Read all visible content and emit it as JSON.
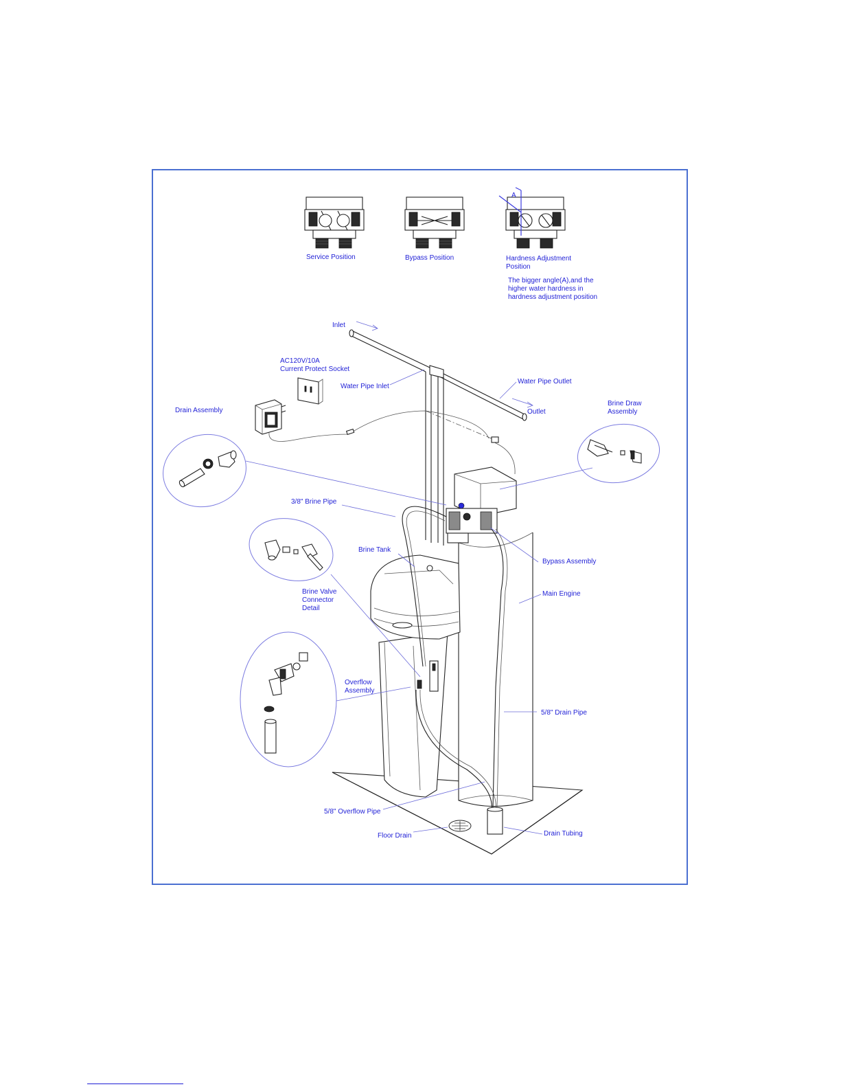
{
  "positions": [
    {
      "label": "Service Position"
    },
    {
      "label": "Bypass Position"
    },
    {
      "label_line1": "Hardness Adjustment",
      "label_line2": "Position",
      "angle_mark": "A"
    }
  ],
  "hardness_note": {
    "line1": "The bigger angle(A),and the",
    "line2": "higher water hardness in",
    "line3": "hardness adjustment position"
  },
  "labels": {
    "inlet": "Inlet",
    "socket_line1": "AC120V/10A",
    "socket_line2": "Current Protect Socket",
    "water_pipe_inlet": "Water Pipe Inlet",
    "water_pipe_outlet": "Water Pipe Outlet",
    "outlet": "Outlet",
    "drain_assembly": "Drain Assembly",
    "brine_draw_line1": "Brine Draw",
    "brine_draw_line2": "Assembly",
    "brine_pipe": "3/8\" Brine Pipe",
    "bypass_assembly": "Bypass Assembly",
    "brine_tank": "Brine Tank",
    "brine_valve_line1": "Brine Valve",
    "brine_valve_line2": "Connector",
    "brine_valve_line3": "Detail",
    "main_engine": "Main Engine",
    "overflow_line1": "Overflow",
    "overflow_line2": "Assembly",
    "drain_pipe": "5/8\" Drain Pipe",
    "overflow_pipe": "5/8\" Overflow Pipe",
    "floor_drain": "Floor Drain",
    "drain_tubing": "Drain Tubing"
  },
  "colors": {
    "frame": "#4a6fd1",
    "label_text": "#1f1fd6",
    "line_art": "#222222"
  }
}
